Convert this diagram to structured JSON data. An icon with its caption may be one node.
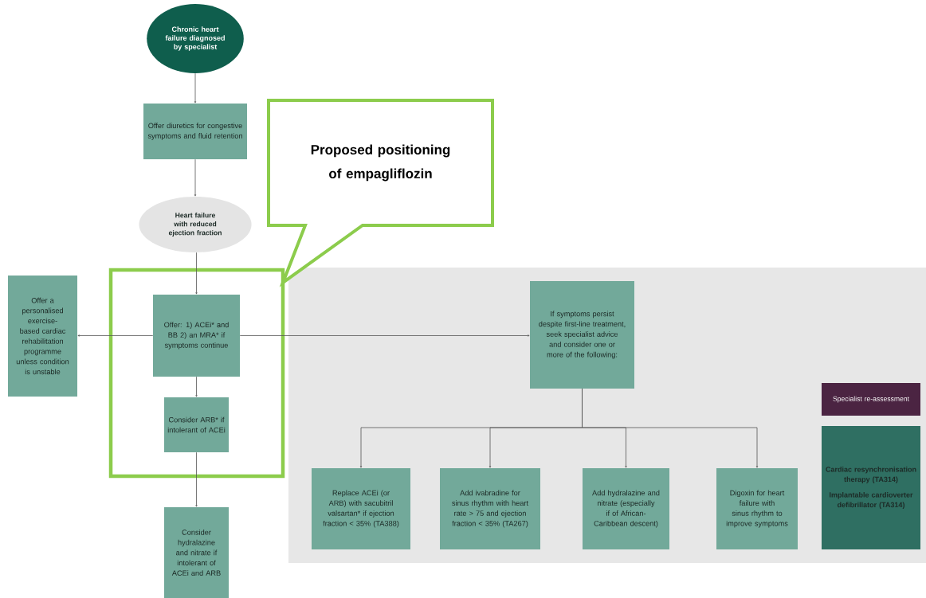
{
  "diagram": {
    "nodes": [
      {
        "text": [
          "Chronic heart failure diagnosed by specialist"
        ]
      },
      {
        "text": [
          "Offer diuretics for congestive symptoms and fluid retention"
        ]
      },
      {
        "text": [
          "Heart failure with reduced ejection fraction"
        ]
      },
      {
        "text": [
          "Proposed positioning of empagliflozin"
        ]
      },
      {
        "text": [],
        "shape": "box"
      },
      {
        "text": [
          "Offer: 1) ACEi* and BB 2) an MRA* if symptoms continue"
        ],
        "in": 4
      },
      {
        "text": [
          "Consider ARB* if intolerant of ACEi"
        ],
        "in": 4
      },
      {
        "text": [
          "Offer a personalised exercise-based cardiac rehabilitation programme unless condition is unstable"
        ]
      },
      {
        "text": [],
        "shape": "box"
      },
      {
        "text": [
          "If symptoms persist despite first-line treatment, seek specialist advice and consider one or more of the following:"
        ],
        "in": 8
      },
      {
        "text": [
          "Replace ACEi (or ARB) with sacubitril valsartan* if ejection fraction < 35% (TA388)"
        ],
        "in": 8
      },
      {
        "text": [
          "Add ivabradine for sinus rhythm with heart rate > 75 and ejection fraction < 35% (TA267)"
        ],
        "in": 8
      },
      {
        "text": [
          "Add hydralazine and nitrate (especially if of African-Caribbean descent)"
        ],
        "in": 8
      },
      {
        "text": [
          "Digoxin for heart failure with sinus rhythm to improve symptoms"
        ],
        "in": 8
      },
      {
        "text": [
          "Specialist re-assessment"
        ],
        "in": 8
      },
      {
        "text": [
          "Cardiac resynchronisation therapy (TA314)",
          "Implantable cardioverter defibrillator (TA314)"
        ],
        "in": 8
      },
      {
        "text": [
          "Consider hydralazine and nitrate if intolerant of ACEi and ARB"
        ]
      }
    ],
    "edges": [
      {
        "from": 0,
        "to": 1,
        "arrow": "to"
      },
      {
        "from": 1,
        "to": 2,
        "arrow": "to"
      },
      {
        "from": 2,
        "to": 5,
        "arrow": "to"
      },
      {
        "from": 5,
        "to": 6,
        "arrow": "to"
      },
      {
        "from": 6,
        "to": 16,
        "arrow": "to"
      },
      {
        "from": 5,
        "to": 7,
        "arrow": "to"
      },
      {
        "from": 5,
        "to": 9,
        "arrow": "to"
      },
      {
        "from": 9,
        "to": 10,
        "arrow": "to"
      },
      {
        "from": 9,
        "to": 11,
        "arrow": "to"
      },
      {
        "from": 9,
        "to": 12,
        "arrow": "to"
      },
      {
        "from": 9,
        "to": 13,
        "arrow": "to"
      }
    ]
  }
}
